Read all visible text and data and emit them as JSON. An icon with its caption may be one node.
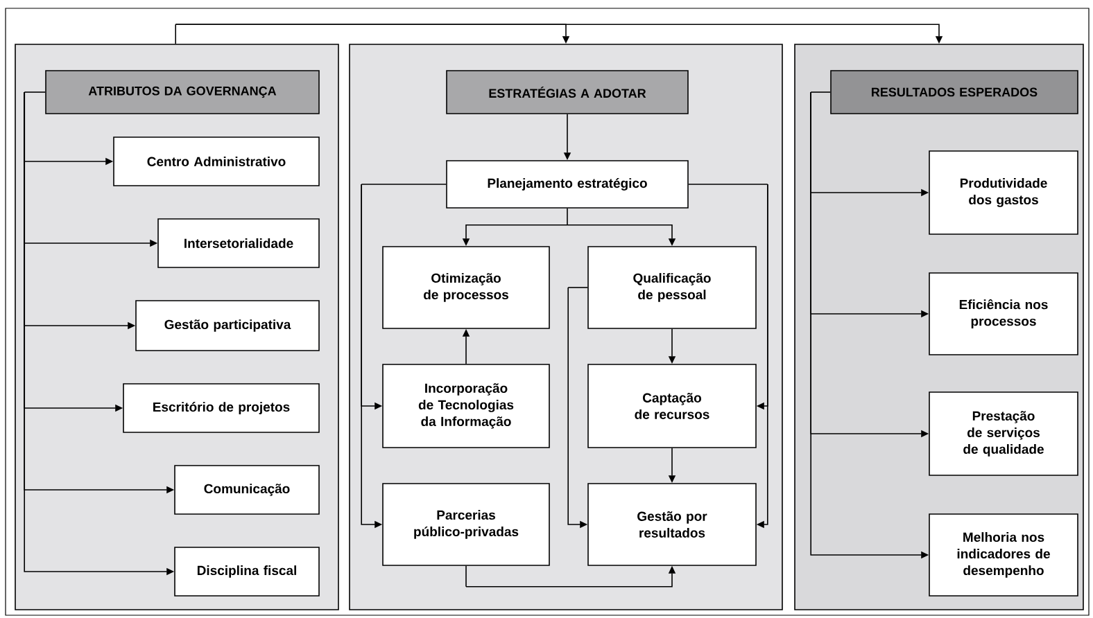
{
  "diagram": {
    "nodes": [
      {
        "text": [],
        "shape": "box"
      },
      {
        "text": [
          "ATRIBUTOS DA GOVERNANÇA"
        ],
        "in": 0
      },
      {
        "text": [
          "Centro Administrativo"
        ],
        "in": 0
      },
      {
        "text": [
          "Intersetorialidade"
        ],
        "in": 0
      },
      {
        "text": [
          "Gestão participativa"
        ],
        "in": 0
      },
      {
        "text": [
          "Escritório de projetos"
        ],
        "in": 0
      },
      {
        "text": [
          "Comunicação"
        ],
        "in": 0
      },
      {
        "text": [
          "Disciplina fiscal"
        ],
        "in": 0
      },
      {
        "text": [],
        "shape": "box"
      },
      {
        "text": [
          "ESTRATÉGIAS A ADOTAR"
        ],
        "in": 8
      },
      {
        "text": [
          "Planejamento estratégico"
        ],
        "in": 8
      },
      {
        "text": [
          "Otimização de processos"
        ],
        "in": 8
      },
      {
        "text": [
          "Qualificação de pessoal"
        ],
        "in": 8
      },
      {
        "text": [
          "Incorporação de Tecnologias da Informação"
        ],
        "in": 8
      },
      {
        "text": [
          "Captação de recursos"
        ],
        "in": 8
      },
      {
        "text": [
          "Parcerias público-privadas"
        ],
        "in": 8
      },
      {
        "text": [
          "Gestão por resultados"
        ],
        "in": 8
      },
      {
        "text": [],
        "shape": "box"
      },
      {
        "text": [
          "RESULTADOS ESPERADOS"
        ],
        "in": 17
      },
      {
        "text": [
          "Produtividade dos gastos"
        ],
        "in": 17
      },
      {
        "text": [
          "Eficiência nos processos"
        ],
        "in": 17
      },
      {
        "text": [
          "Prestação de serviços de qualidade"
        ],
        "in": 17
      },
      {
        "text": [
          "Melhoria nos indicadores de desempenho"
        ],
        "in": 17
      }
    ],
    "edges": [
      {
        "from": 0,
        "to": 8,
        "arrow": "to"
      },
      {
        "from": 0,
        "to": 17,
        "arrow": "to"
      },
      {
        "from": 1,
        "to": 2,
        "arrow": "to"
      },
      {
        "from": 1,
        "to": 3,
        "arrow": "to"
      },
      {
        "from": 1,
        "to": 4,
        "arrow": "to"
      },
      {
        "from": 1,
        "to": 5,
        "arrow": "to"
      },
      {
        "from": 1,
        "to": 6,
        "arrow": "to"
      },
      {
        "from": 1,
        "to": 7,
        "arrow": "to"
      },
      {
        "from": 9,
        "to": 10,
        "arrow": "to"
      },
      {
        "from": 10,
        "to": 11,
        "arrow": "to"
      },
      {
        "from": 10,
        "to": 12,
        "arrow": "to"
      },
      {
        "from": 10,
        "to": 13,
        "arrow": "to"
      },
      {
        "from": 10,
        "to": 15,
        "arrow": "to"
      },
      {
        "from": 10,
        "to": 14,
        "arrow": "to"
      },
      {
        "from": 10,
        "to": 16,
        "arrow": "to"
      },
      {
        "from": 13,
        "to": 11,
        "arrow": "to"
      },
      {
        "from": 12,
        "to": 14,
        "arrow": "to"
      },
      {
        "from": 14,
        "to": 16,
        "arrow": "to"
      },
      {
        "from": 12,
        "to": 16,
        "arrow": "to"
      },
      {
        "from": 15,
        "to": 16,
        "arrow": "to"
      },
      {
        "from": 18,
        "to": 19,
        "arrow": "to"
      },
      {
        "from": 18,
        "to": 20,
        "arrow": "to"
      },
      {
        "from": 18,
        "to": 21,
        "arrow": "to"
      },
      {
        "from": 18,
        "to": 22,
        "arrow": "to"
      }
    ]
  }
}
